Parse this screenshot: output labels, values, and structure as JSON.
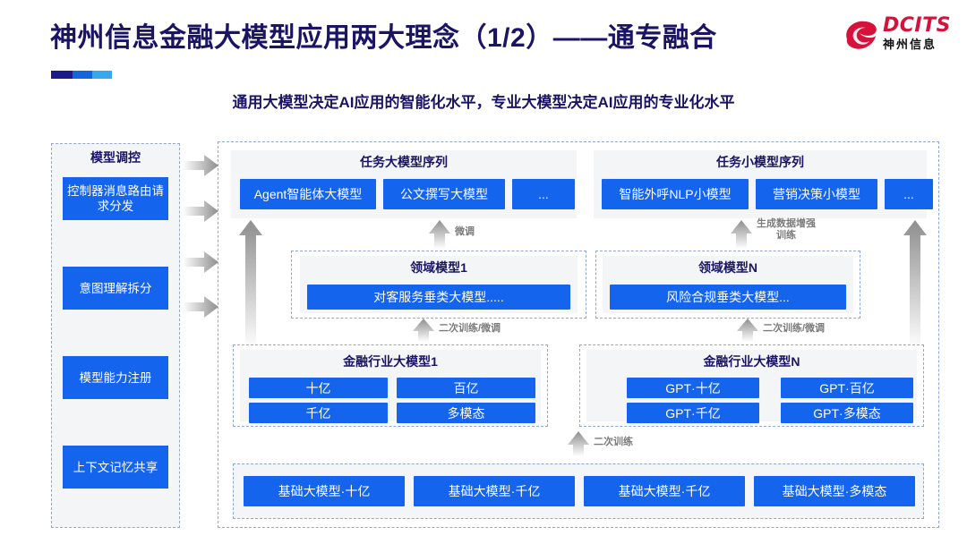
{
  "header": {
    "title": "神州信息金融大模型应用两大理念（1/2）——通专融合",
    "logo": {
      "en": "DCITS",
      "cn": "神州信息"
    }
  },
  "subtitle": "通用大模型决定AI应用的智能化水平，专业大模型决定AI应用的专业化水平",
  "left_column": {
    "title": "模型调控",
    "items": [
      {
        "label": "控制器消息路由请求分发"
      },
      {
        "label": "意图理解拆分"
      },
      {
        "label": "模型能力注册"
      },
      {
        "label": "上下文记忆共享"
      }
    ]
  },
  "task_sequences": [
    {
      "title": "任务大模型序列",
      "boxes": [
        "Agent智能体大模型",
        "公文撰写大模型",
        "..."
      ]
    },
    {
      "title": "任务小模型序列",
      "boxes": [
        "智能外呼NLP小模型",
        "营销决策小模型",
        "..."
      ]
    }
  ],
  "domain_models": [
    {
      "title": "领域模型1",
      "box": "对客服务垂类大模型....."
    },
    {
      "title": "领域模型N",
      "box": "风险合规垂类大模型..."
    }
  ],
  "industry_models": [
    {
      "title": "金融行业大模型1",
      "boxes": [
        "十亿",
        "百亿",
        "千亿",
        "多模态"
      ]
    },
    {
      "title": "金融行业大模型N",
      "boxes": [
        "GPT·十亿",
        "GPT·百亿",
        "GPT·千亿",
        "GPT·多模态"
      ]
    }
  ],
  "base_models": [
    "基础大模型·十亿",
    "基础大模型·千亿",
    "基础大模型·千亿",
    "基础大模型·多模态"
  ],
  "arrow_labels": {
    "fine_tune": "微调",
    "gen_data_aug": "生成数据增强\n训练",
    "gen_data_aug_line1": "生成数据增强",
    "gen_data_aug_line2": "训练",
    "retrain_tune_left": "二次训练/微调",
    "retrain_tune_right": "二次训练/微调",
    "retrain": "二次训练"
  },
  "colors": {
    "brand_blue": "#1464ee",
    "title_navy": "#1b1464",
    "logo_red": "#d6113a",
    "panel_gray": "#f4f5f7",
    "arrow_gray": "#9e9e9e"
  }
}
